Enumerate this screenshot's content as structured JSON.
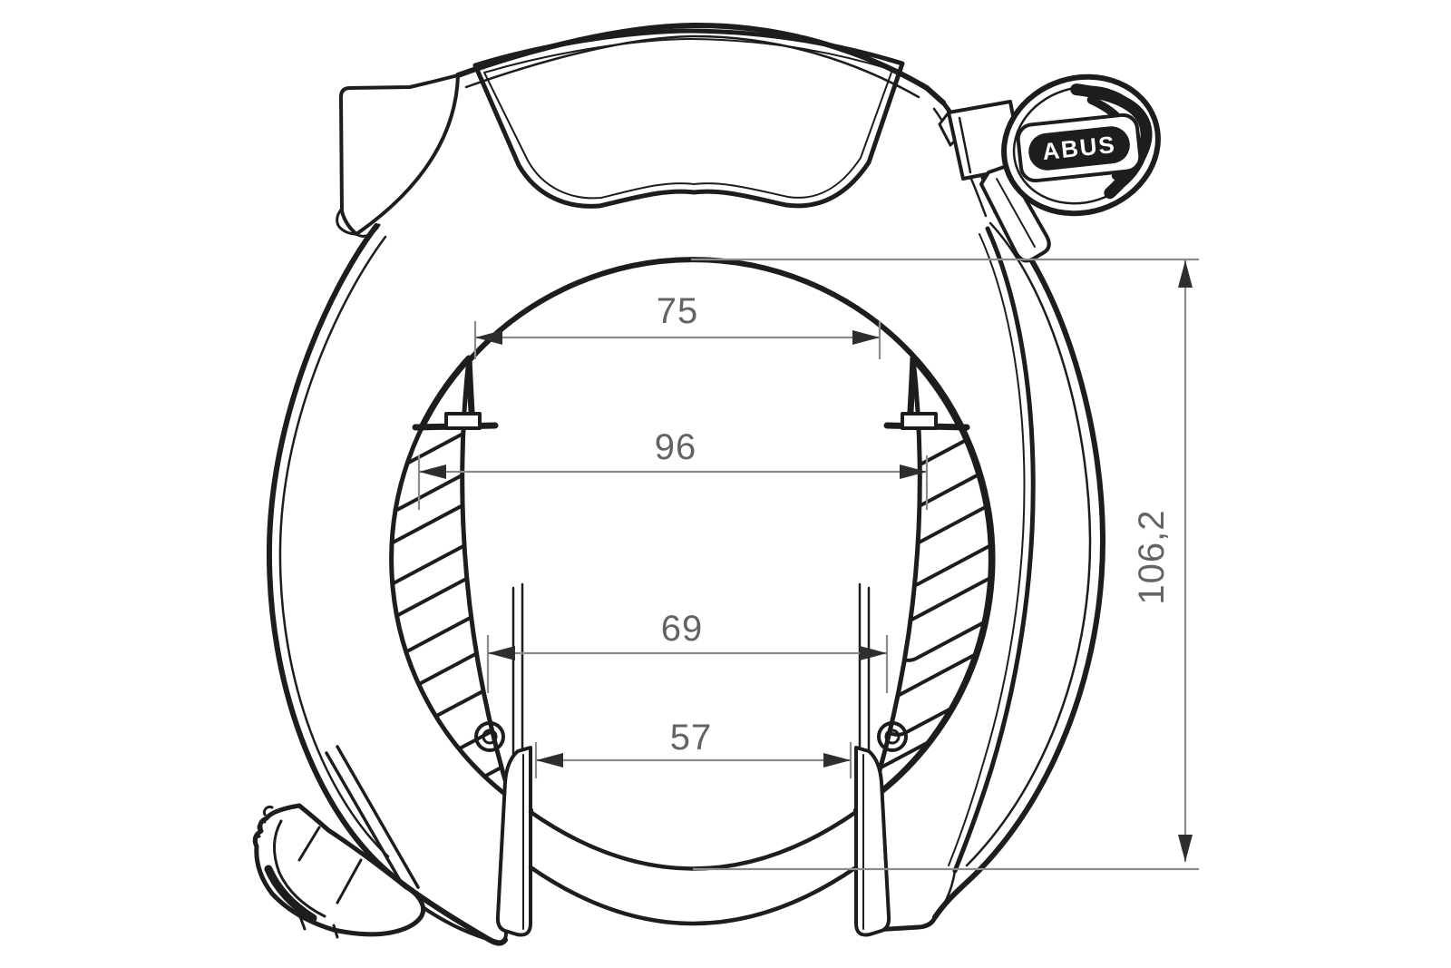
{
  "drawing": {
    "subject": "frame-lock-technical-drawing"
  },
  "key": {
    "logo_text": "ABUS"
  },
  "dimensions": {
    "width_top": "75",
    "width_upper": "96",
    "width_lower": "69",
    "width_bottom": "57",
    "height_overall": "106,2"
  },
  "colors": {
    "background": "#ffffff",
    "line_art": "#1d1d1b",
    "dimension_lines": "#8c8c8c",
    "dimension_text": "#636363",
    "arrowheads": "#2e2e2e"
  }
}
